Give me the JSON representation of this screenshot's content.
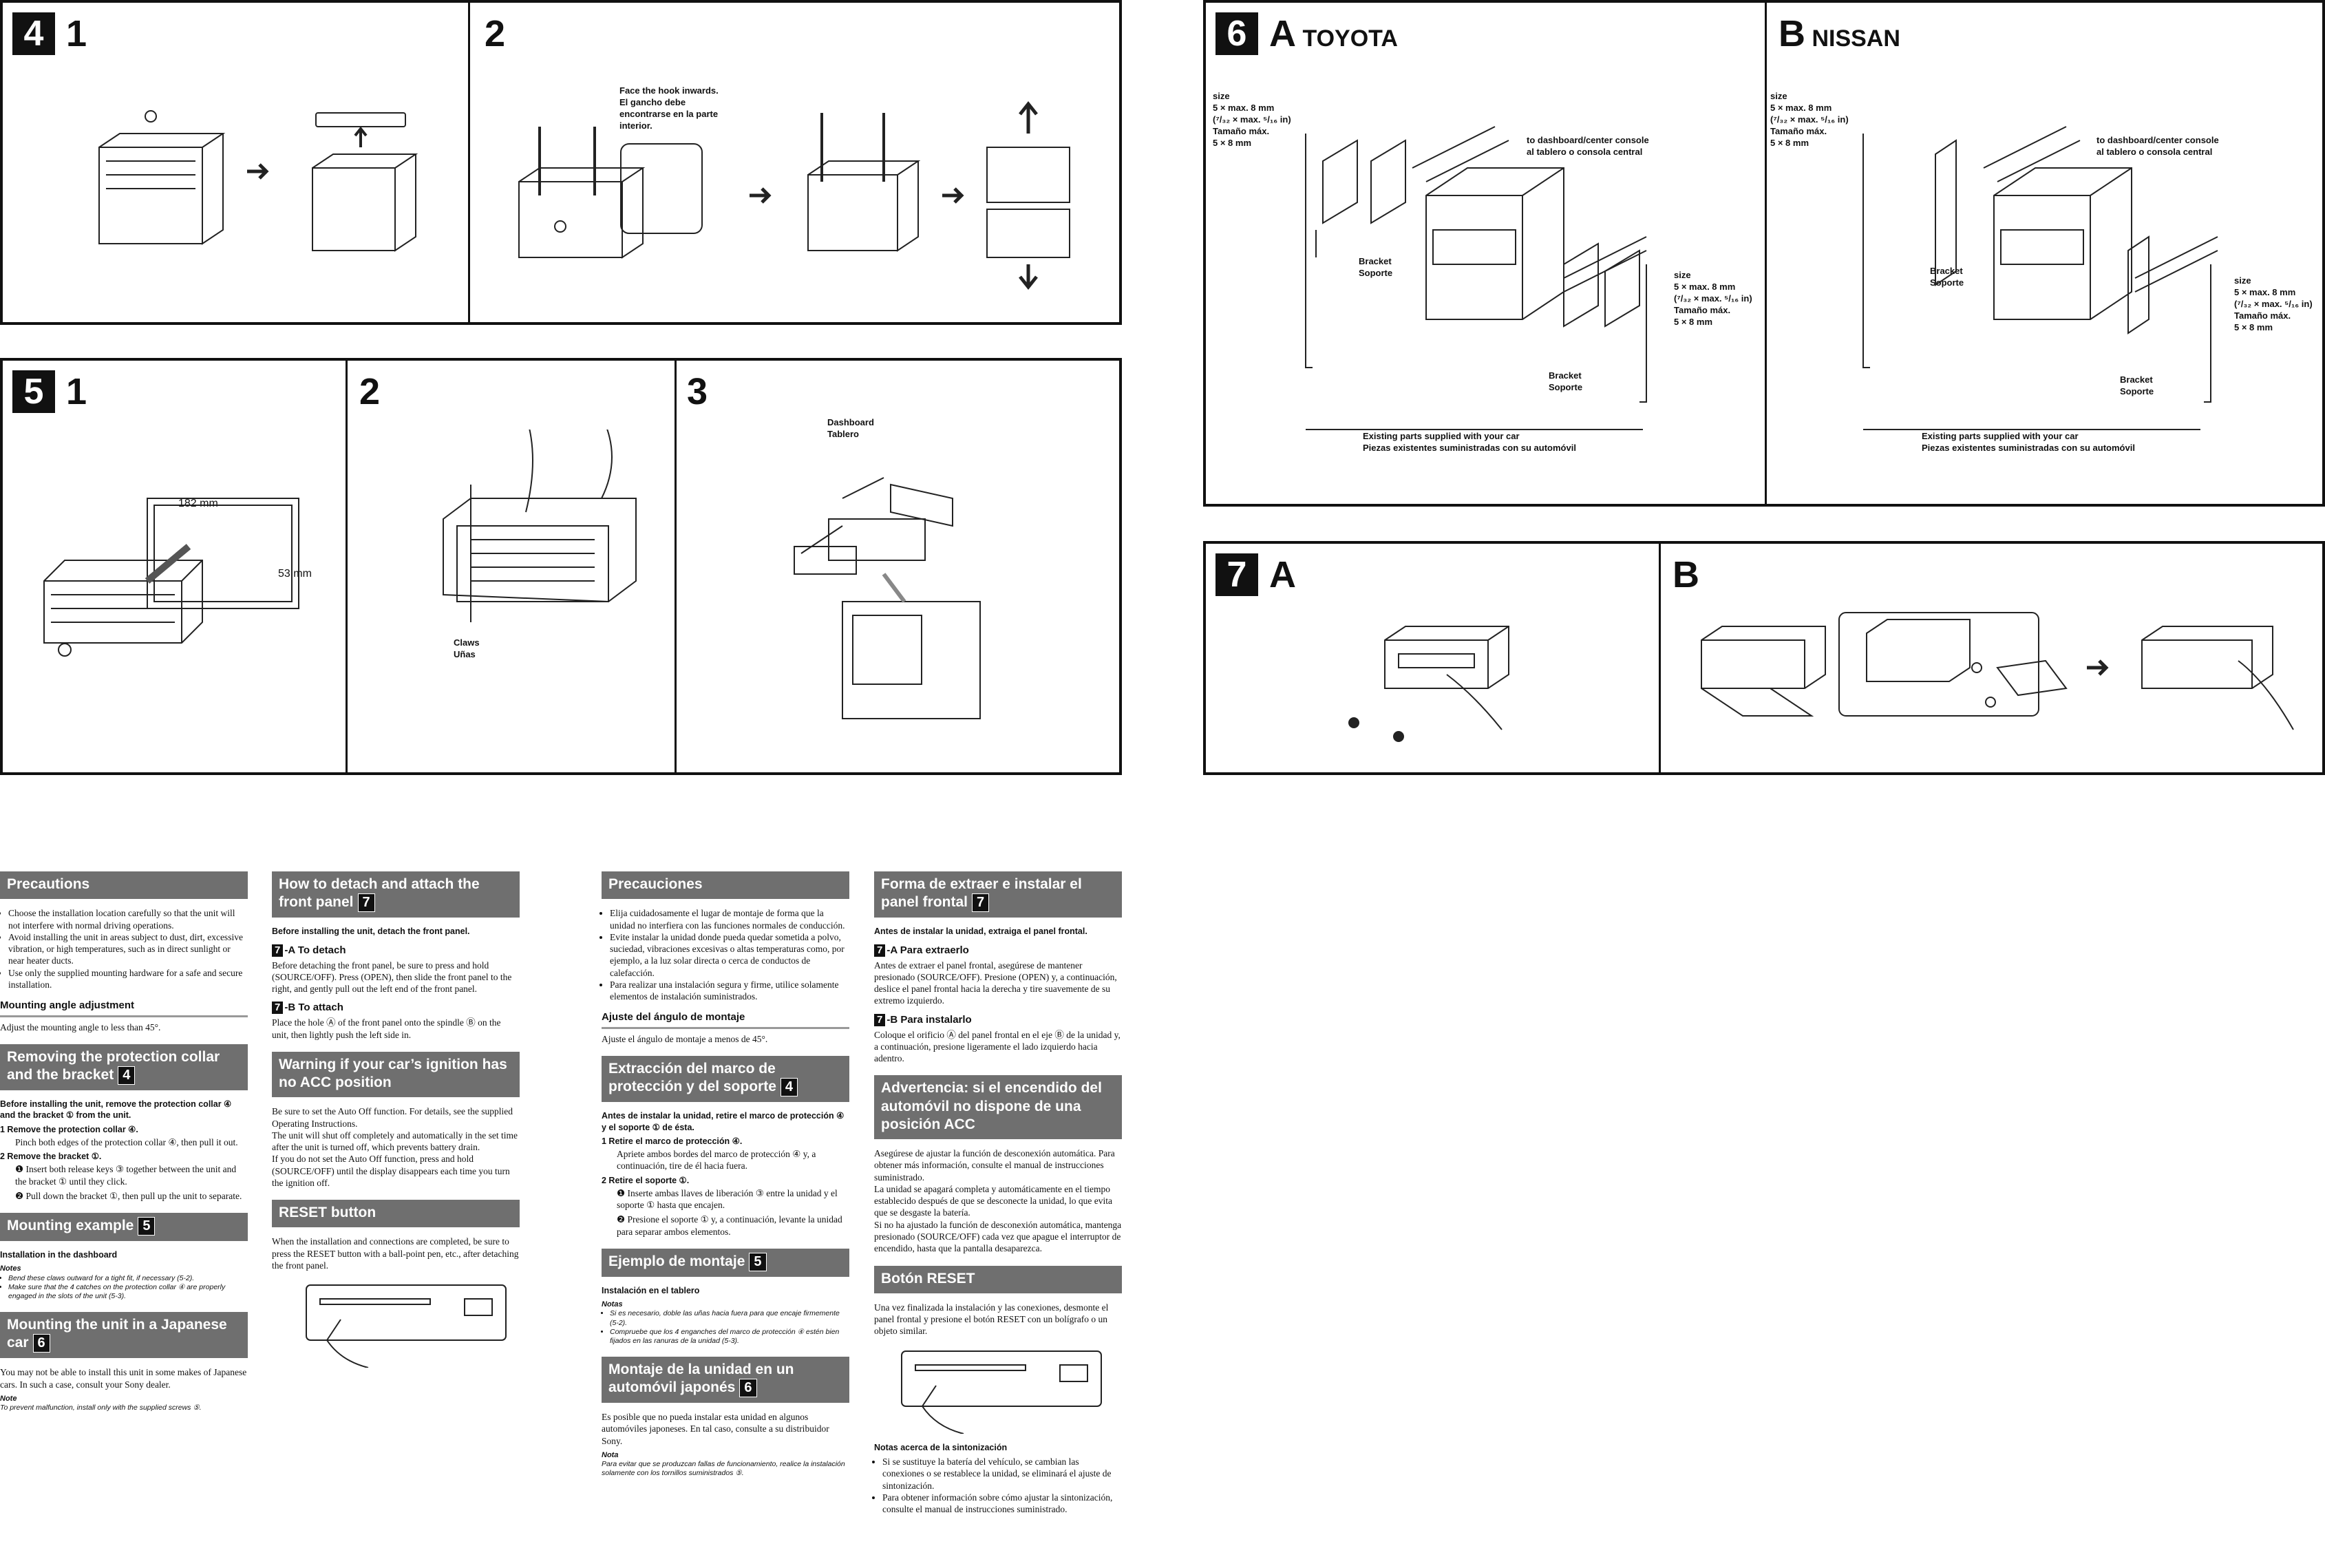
{
  "panel4": {
    "num": "4",
    "steps": [
      "1",
      "2"
    ],
    "labels": {
      "hook": "Face the hook inwards.\nEl gancho debe\nencontrarse en la parte\ninterior."
    }
  },
  "panel5": {
    "num": "5",
    "steps": [
      "1",
      "2",
      "3"
    ],
    "labels": {
      "width": "182 mm",
      "height": "53 mm",
      "claws": "Claws\nUñas",
      "dashboard": "Dashboard\nTablero"
    }
  },
  "panel6": {
    "num": "6",
    "a_letter": "A",
    "a_title": "TOYOTA",
    "b_letter": "B",
    "b_title": "NISSAN",
    "labels": {
      "size": "size\n5 × max. 8 mm\n(⁷/₃₂ × max. ⁵/₁₆ in)\nTamaño máx.\n5 × 8 mm",
      "dash": "to dashboard/center console\nal tablero o consola central",
      "bracket": "Bracket\nSoporte",
      "existing": "Existing parts supplied with your car\nPiezas existentes suministradas con su automóvil"
    }
  },
  "panel7": {
    "num": "7",
    "a": "A",
    "b": "B"
  },
  "text": {
    "precautions": {
      "title": "Precautions",
      "items": [
        "Choose the installation location carefully so that the unit will not interfere with normal driving operations.",
        "Avoid installing the unit in areas subject to dust, dirt, excessive vibration, or high temperatures, such as in direct sunlight or near heater ducts.",
        "Use only the supplied mounting hardware for a safe and secure installation."
      ],
      "angle_title": "Mounting angle adjustment",
      "angle_text": "Adjust the mounting angle to less than 45°."
    },
    "removing": {
      "title": "Removing the protection collar and the bracket",
      "box": "4",
      "intro": "Before installing the unit, remove the protection collar ④ and the bracket ① from the unit.",
      "s1": "1  Remove the protection collar ④.",
      "s1t": "Pinch both edges of the protection collar ④, then pull it out.",
      "s2": "2  Remove the bracket ①.",
      "s2a": "❶ Insert both release keys ③ together between the unit and the bracket ① until they click.",
      "s2b": "❷ Pull down the bracket ①, then pull up the unit to separate."
    },
    "mounting": {
      "title": "Mounting example",
      "box": "5",
      "sub": "Installation in the dashboard",
      "notes_h": "Notes",
      "notes": [
        "Bend these claws outward for a tight fit, if necessary (5-2).",
        "Make sure that the 4 catches on the protection collar ④ are properly engaged in the slots of the unit (5-3)."
      ]
    },
    "japanese": {
      "title": "Mounting the unit in a Japanese car",
      "box": "6",
      "text": "You may not be able to install this unit in some makes of Japanese cars. In such a case, consult your Sony dealer.",
      "note_h": "Note",
      "note": "To prevent malfunction, install only with the supplied screws ⑤."
    },
    "detach": {
      "title": "How to detach and attach the front panel",
      "box": "7",
      "intro": "Before installing the unit, detach the front panel.",
      "a_title": "-A  To detach",
      "a_num": "7",
      "a_text": "Before detaching the front panel, be sure to press and hold (SOURCE/OFF). Press (OPEN), then slide the front panel to the right, and gently pull out the left end of the front panel.",
      "b_title": "-B  To attach",
      "b_num": "7",
      "b_text": "Place the hole Ⓐ of the front panel onto the spindle Ⓑ on the unit, then lightly push the left side in."
    },
    "warning": {
      "title": "Warning if your car’s ignition has no ACC position",
      "text": "Be sure to set the Auto Off function. For details, see the supplied Operating Instructions.\nThe unit will shut off completely and automatically in the set time after the unit is turned off, which prevents battery drain.\nIf you do not set the Auto Off function, press and hold (SOURCE/OFF) until the display disappears each time you turn the ignition off."
    },
    "reset": {
      "title": "RESET button",
      "text": "When the installation and connections are completed, be sure to press the RESET button with a ball-point pen, etc., after detaching the front panel."
    },
    "precauciones": {
      "title": "Precauciones",
      "items": [
        "Elija cuidadosamente el lugar de montaje de forma que la unidad no interfiera con las funciones normales de conducción.",
        "Evite instalar la unidad donde pueda quedar sometida a polvo, suciedad, vibraciones excesivas o altas temperaturas como, por ejemplo, a la luz solar directa o cerca de conductos de calefacción.",
        "Para realizar una instalación segura y firme, utilice solamente elementos de instalación suministrados."
      ],
      "angle_title": "Ajuste del ángulo de montaje",
      "angle_text": "Ajuste el ángulo de montaje a menos de 45°."
    },
    "extraccion": {
      "title": "Extracción del marco de protección y del soporte",
      "box": "4",
      "intro": "Antes de instalar la unidad, retire el marco de protección ④ y el soporte ① de ésta.",
      "s1": "1  Retire el marco de protección ④.",
      "s1t": "Apriete ambos bordes del marco de protección ④ y, a continuación, tire de él hacia fuera.",
      "s2": "2  Retire el soporte ①.",
      "s2a": "❶ Inserte ambas llaves de liberación ③ entre la unidad y el soporte ① hasta que encajen.",
      "s2b": "❷ Presione el soporte ① y, a continuación, levante la unidad para separar ambos elementos."
    },
    "ejemplo": {
      "title": "Ejemplo de montaje",
      "box": "5",
      "sub": "Instalación en el tablero",
      "notes_h": "Notas",
      "notes": [
        "Si es necesario, doble las uñas hacia fuera para que encaje firmemente (5-2).",
        "Compruebe que los 4 enganches del marco de protección ④ estén bien fijados en las ranuras de la unidad (5-3)."
      ]
    },
    "montaje": {
      "title": "Montaje de la unidad en un automóvil japonés",
      "box": "6",
      "text": "Es posible que no pueda instalar esta unidad en algunos automóviles japoneses. En tal caso, consulte a su distribuidor Sony.",
      "note_h": "Nota",
      "note": "Para evitar que se produzcan fallas de funcionamiento, realice la instalación solamente con los tornillos suministrados ⑤."
    },
    "forma": {
      "title": "Forma de extraer e instalar el panel frontal",
      "box": "7",
      "intro": "Antes de instalar la unidad, extraiga el panel frontal.",
      "a_title": "-A  Para extraerlo",
      "a_num": "7",
      "a_text": "Antes de extraer el panel frontal, asegúrese de mantener presionado (SOURCE/OFF). Presione (OPEN) y, a continuación, deslice el panel frontal hacia la derecha y tire suavemente de su extremo izquierdo.",
      "b_title": "-B  Para instalarlo",
      "b_num": "7",
      "b_text": "Coloque el orificio Ⓐ del panel frontal en el eje Ⓑ de la unidad y, a continuación, presione ligeramente el lado izquierdo hacia adentro."
    },
    "advertencia": {
      "title": "Advertencia: si el encendido del automóvil no dispone de una posición ACC",
      "text": "Asegúrese de ajustar la función de desconexión automática. Para obtener más información, consulte el manual de instrucciones suministrado.\nLa unidad se apagará completa y automáticamente en el tiempo establecido después de que se desconecte la unidad, lo que evita que se desgaste la batería.\nSi no ha ajustado la función de desconexión automática, mantenga presionado (SOURCE/OFF) cada vez que apague el interruptor de encendido, hasta que la pantalla desaparezca."
    },
    "boton": {
      "title": "Botón RESET",
      "text": "Una vez finalizada la instalación y las conexiones, desmonte el panel frontal y presione el botón RESET con un bolígrafo o un objeto similar.",
      "notas_title": "Notas acerca de la sintonización",
      "notas": [
        "Si se sustituye la batería del vehículo, se cambian las conexiones o se restablece la unidad, se eliminará el ajuste de sintonización.",
        "Para obtener información sobre cómo ajustar la sintonización, consulte el manual de instrucciones suministrado."
      ]
    }
  }
}
